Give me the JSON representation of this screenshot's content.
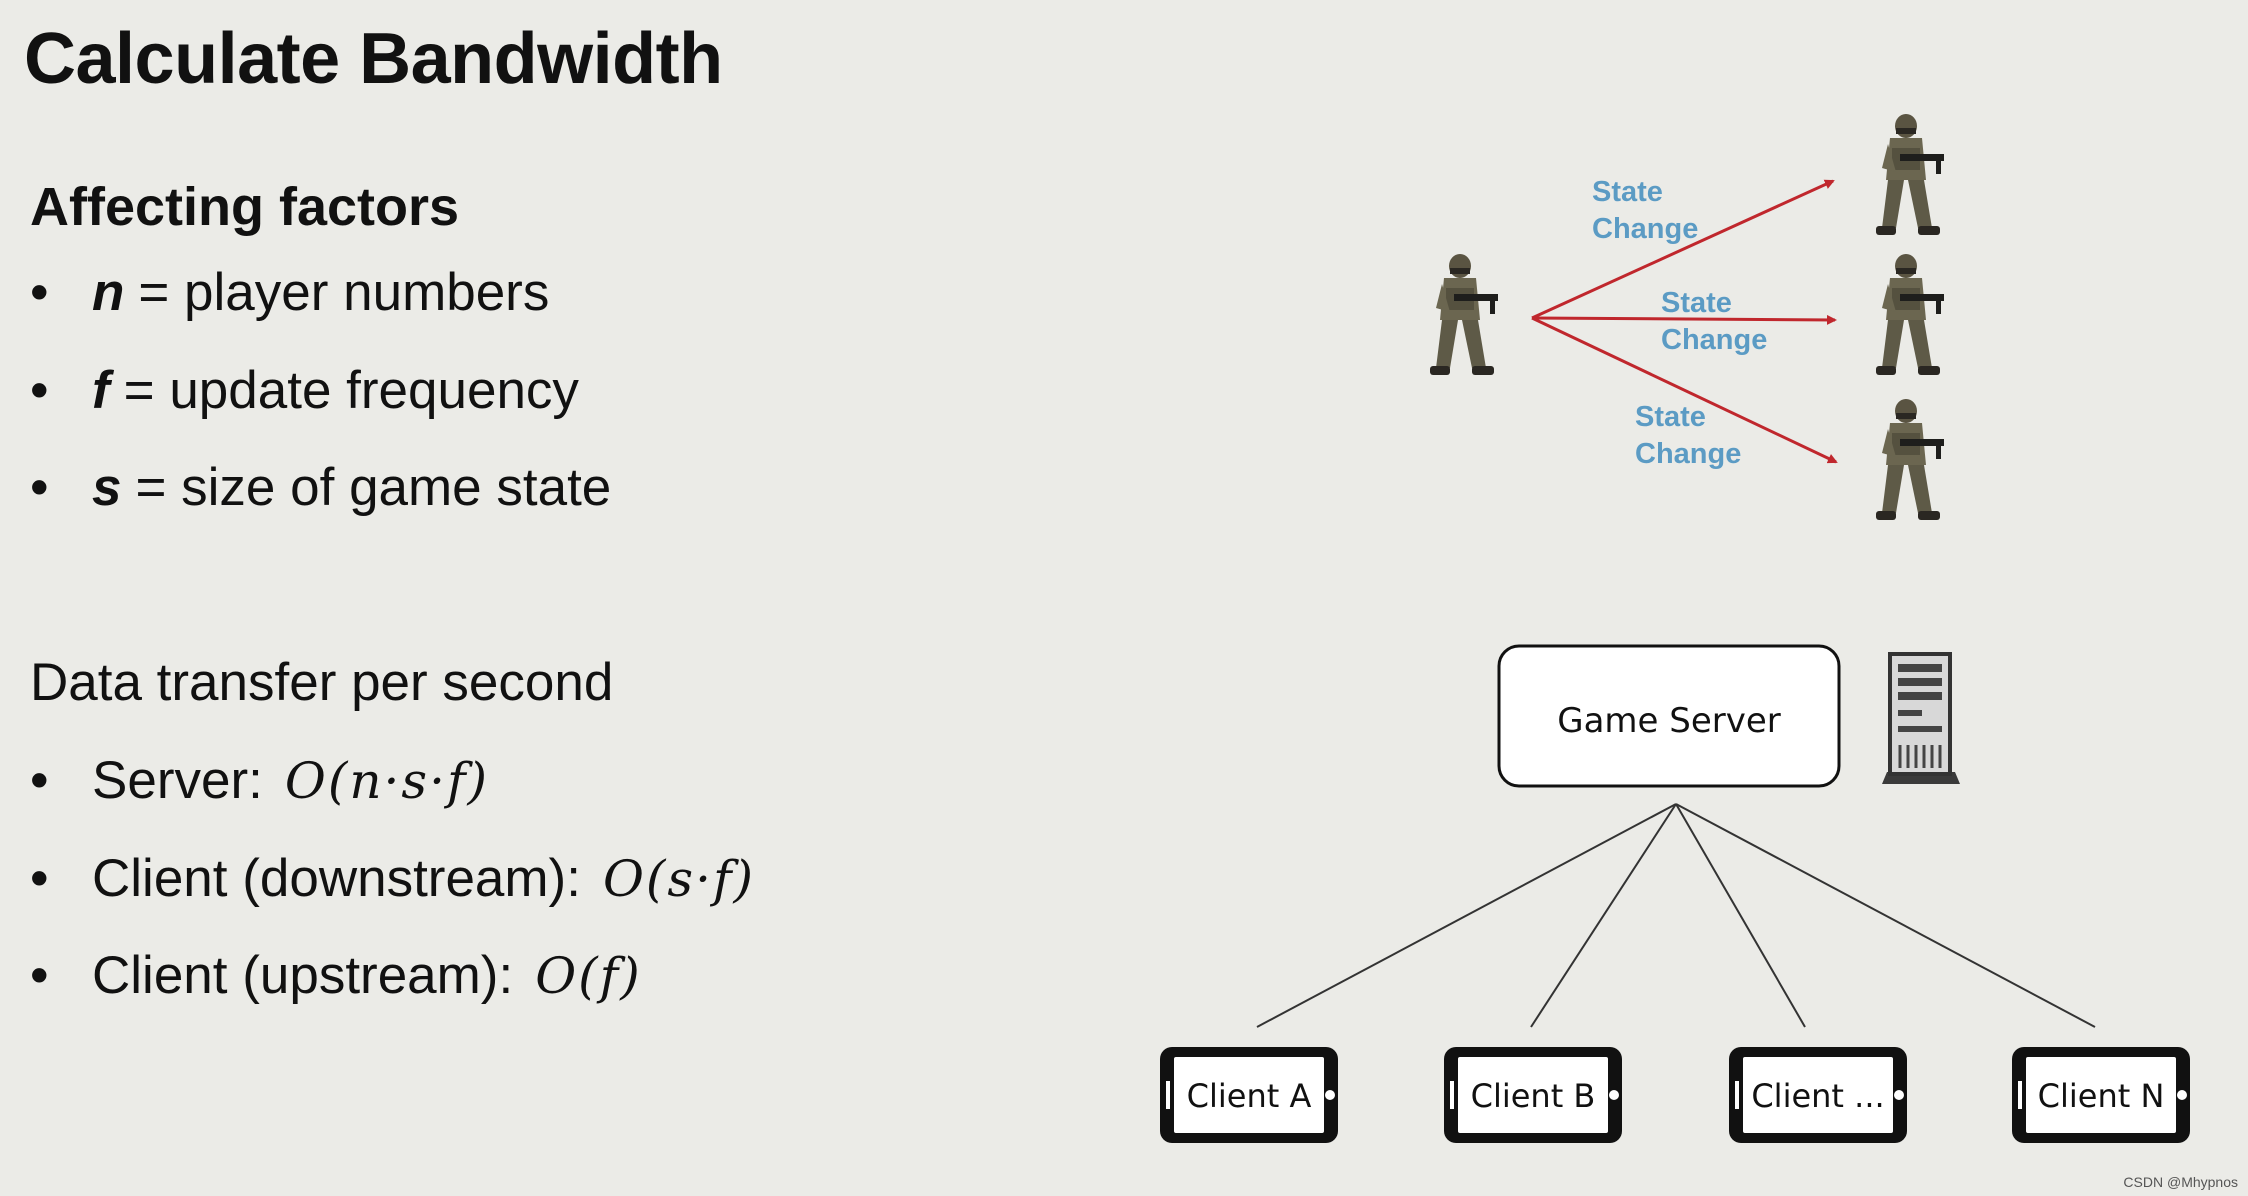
{
  "title": "Calculate Bandwidth",
  "factors": {
    "heading": "Affecting factors",
    "items": [
      {
        "var": "n",
        "text": "= player numbers"
      },
      {
        "var": "f",
        "text": "= update frequency"
      },
      {
        "var": "s",
        "text": "= size of game state"
      }
    ]
  },
  "transfer": {
    "heading": "Data transfer per second",
    "items": [
      {
        "label": "Server:",
        "formula": "O(n·s·f)"
      },
      {
        "label": "Client (downstream):",
        "formula": "O(s·f)"
      },
      {
        "label": "Client (upstream):",
        "formula": "O(f)"
      }
    ]
  },
  "diagram": {
    "state_labels": [
      {
        "line1": "State",
        "line2": "Change"
      },
      {
        "line1": "State",
        "line2": "Change"
      },
      {
        "line1": "State",
        "line2": "Change"
      }
    ],
    "server_label": "Game Server",
    "clients": [
      "Client A",
      "Client B",
      "Client ...",
      "Client N"
    ],
    "arrow_color": "#c0272d"
  },
  "bullet_char": "•",
  "watermark": "CSDN @Mhypnos"
}
